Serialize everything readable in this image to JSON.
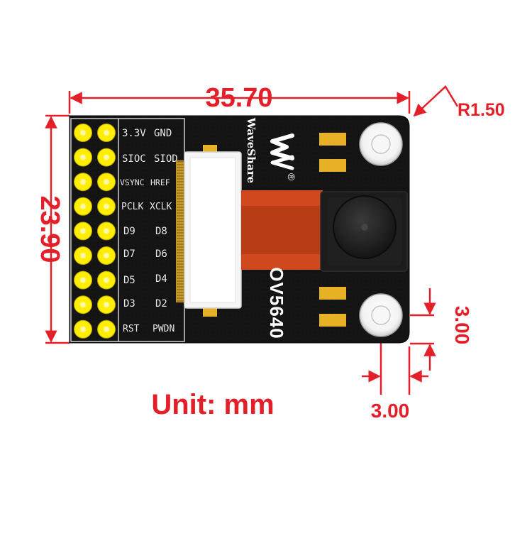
{
  "dimensions": {
    "width": "35.70",
    "height": "23.90",
    "radius": "R1.50",
    "hole_offset_v": "3.00",
    "hole_offset_h": "3.00"
  },
  "unit_label": "Unit: mm",
  "board": {
    "brand": "WaveShare",
    "model": "OV5640",
    "registered_mark": "®",
    "pin_labels": [
      [
        "3.3V",
        "GND"
      ],
      [
        "SIOC",
        "SIOD"
      ],
      [
        "VSYNC",
        "HREF"
      ],
      [
        "PCLK",
        "XCLK"
      ],
      [
        "D9",
        "D8"
      ],
      [
        "D7",
        "D6"
      ],
      [
        "D5",
        "D4"
      ],
      [
        "D3",
        "D2"
      ],
      [
        "RST",
        "PWDN"
      ]
    ]
  },
  "colors": {
    "dimension": "#e3202a",
    "pcb": "#141414",
    "pin": "#ffee00",
    "flex": "#d0481e",
    "pad": "#e8b024"
  }
}
